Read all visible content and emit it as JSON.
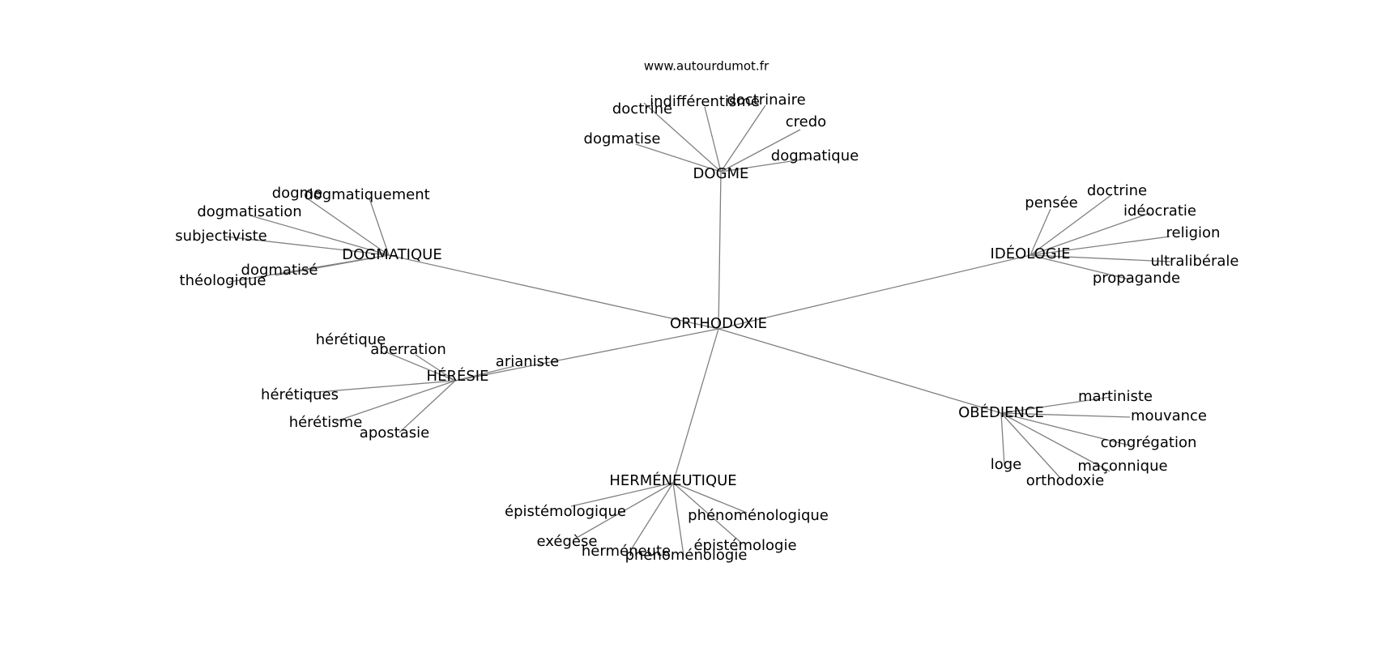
{
  "watermark": "www.autourdumot.fr",
  "center": "ORTHODOXIE",
  "groups": [
    {
      "hub": "DOGME",
      "words": [
        "doctrine",
        "indifférentisme",
        "doctrinaire",
        "credo",
        "dogmatise",
        "dogmatique"
      ]
    },
    {
      "hub": "DOGMATIQUE",
      "words": [
        "dogme",
        "dogmatiquement",
        "dogmatisation",
        "subjectiviste",
        "dogmatisé",
        "théologique"
      ]
    },
    {
      "hub": "IDÉOLOGIE",
      "words": [
        "pensée",
        "doctrine",
        "idéocratie",
        "religion",
        "ultralibérale",
        "propagande"
      ]
    },
    {
      "hub": "HÉRÉSIE",
      "words": [
        "hérétique",
        "aberration",
        "arianiste",
        "hérétiques",
        "hérétisme",
        "apostasie"
      ]
    },
    {
      "hub": "OBÉDIENCE",
      "words": [
        "martiniste",
        "mouvance",
        "congrégation",
        "maçonnique",
        "orthodoxie",
        "loge"
      ]
    },
    {
      "hub": "HERMÉNEUTIQUE",
      "words": [
        "épistémologique",
        "phénoménologique",
        "exégèse",
        "épistémologie",
        "herméneute",
        "phénoménologie"
      ]
    }
  ]
}
